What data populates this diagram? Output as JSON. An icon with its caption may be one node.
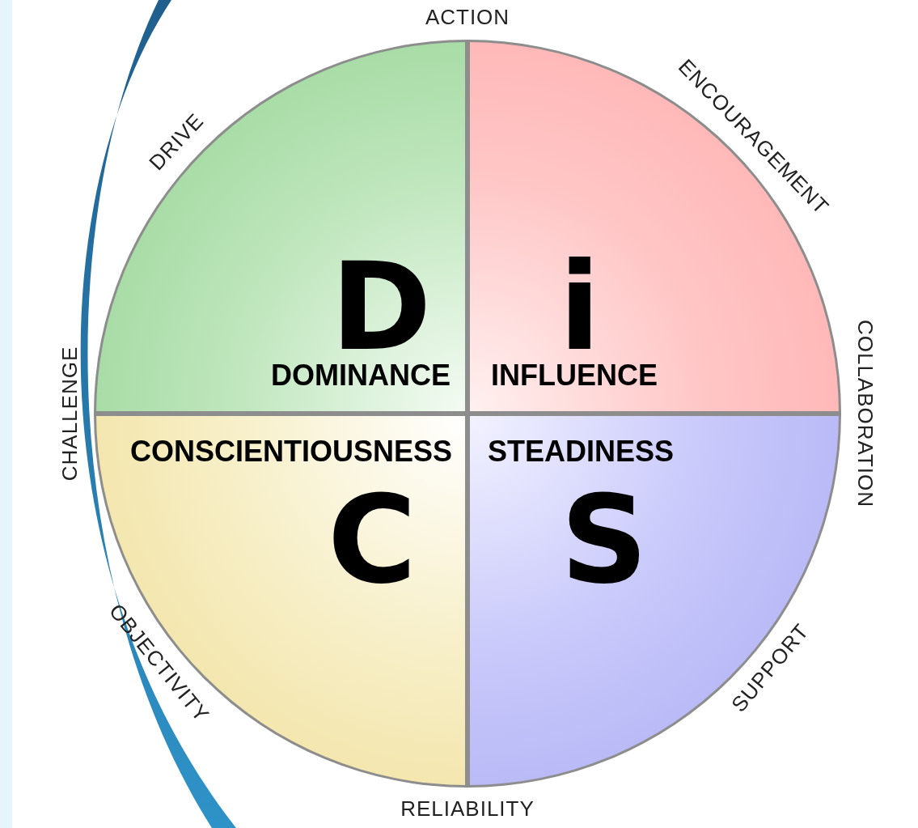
{
  "diagram": {
    "nodes": [
      {
        "text": [
          "D",
          "DOMINANCE"
        ]
      },
      {
        "text": [
          "i",
          "INFLUENCE"
        ]
      },
      {
        "text": [
          "CONSCIENTIOUSNESS",
          "C"
        ]
      },
      {
        "text": [
          "STEADINESS",
          "S"
        ]
      }
    ],
    "labels": [
      "ACTION",
      "ENCOURAGEMENT",
      "COLLABORATION",
      "SUPPORT",
      "RELIABILITY",
      "OBJECTIVITY",
      "CHALLENGE",
      "DRIVE"
    ]
  }
}
